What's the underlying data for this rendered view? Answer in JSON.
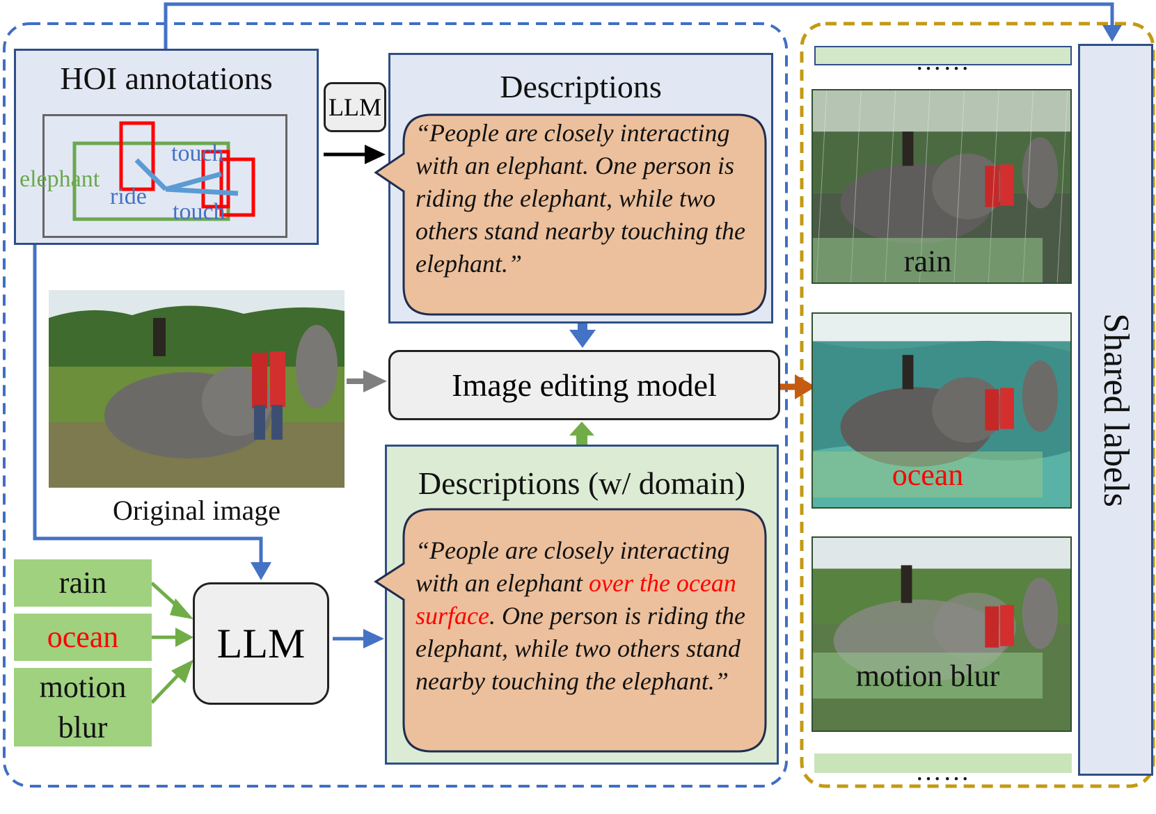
{
  "hoi": {
    "title": "HOI annotations",
    "labels": {
      "object": "elephant",
      "ride": "ride",
      "touch1": "touch",
      "touch2": "touch"
    }
  },
  "llm_small": "LLM",
  "descriptions": {
    "title": "Descriptions",
    "text": "“People are closely interacting with an elephant. One person is riding the elephant, while two others stand nearby touching the elephant.”"
  },
  "editing_model": "Image editing model",
  "original": {
    "caption": "Original image"
  },
  "domains": {
    "rain": "rain",
    "ocean": "ocean",
    "motion_blur": "motion blur"
  },
  "llm_big": "LLM",
  "descriptions_domain": {
    "title": "Descriptions (w/ domain)",
    "text_before": "“People are closely interacting with an elephant ",
    "text_domain": "over the ocean surface",
    "text_after": ". One person is riding the elephant, while two others stand nearby touching the elephant.”"
  },
  "outputs": [
    {
      "caption": "rain"
    },
    {
      "caption": "ocean"
    },
    {
      "caption": "motion blur"
    }
  ],
  "dots": "……",
  "shared_labels": "Shared labels",
  "colors": {
    "flow_blue": "#4472c4",
    "dash_blue": "#3f6fc2",
    "dash_gold": "#c49a14",
    "black_arrow": "#000000",
    "gray_arrow": "#7f7f7f",
    "green_arrow": "#70ad47",
    "orange_arrow": "#c55a11",
    "bubble_fill": "#ecc09c",
    "domain_fill": "#9fd17f",
    "box_red": "#ff0000",
    "box_green": "#6aa84f"
  }
}
